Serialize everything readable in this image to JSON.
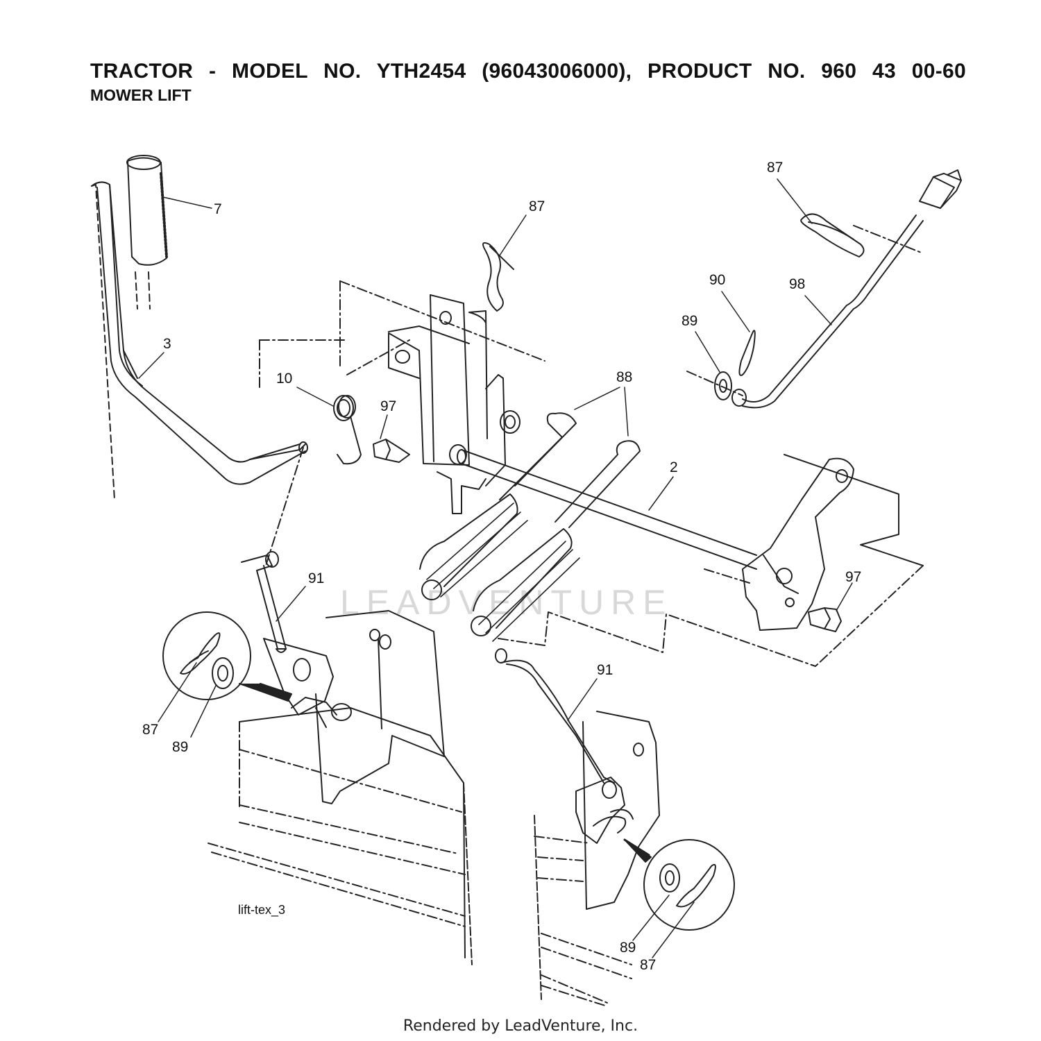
{
  "header": {
    "title": "TRACTOR - MODEL NO. YTH2454 (96043006000), PRODUCT NO. 960 43 00-60",
    "subtitle": "MOWER LIFT"
  },
  "diagram": {
    "reference_code": "lift-tex_3",
    "watermark": "LEADVENTURE",
    "callouts": {
      "c7": "7",
      "c3": "3",
      "c10": "10",
      "c97a": "97",
      "c87a": "87",
      "c88": "88",
      "c2": "2",
      "c87b": "87",
      "c90": "90",
      "c89a": "89",
      "c98": "98",
      "c97b": "97",
      "c91a": "91",
      "c87c": "87",
      "c89b": "89",
      "c91b": "91",
      "c89c": "89",
      "c87d": "87"
    }
  },
  "footer": {
    "text": "Rendered by LeadVenture, Inc."
  }
}
